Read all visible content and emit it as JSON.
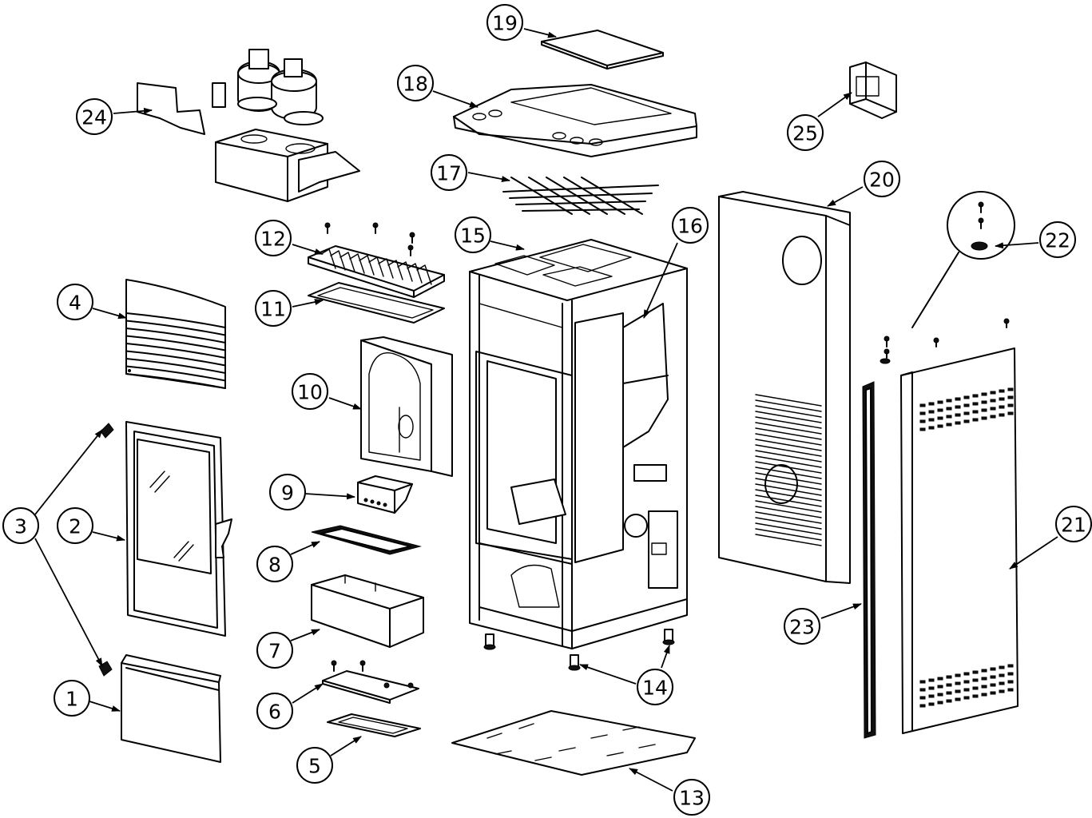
{
  "diagram": {
    "callouts": [
      {
        "id": "1",
        "label": "1"
      },
      {
        "id": "2",
        "label": "2"
      },
      {
        "id": "3",
        "label": "3"
      },
      {
        "id": "4",
        "label": "4"
      },
      {
        "id": "5",
        "label": "5"
      },
      {
        "id": "6",
        "label": "6"
      },
      {
        "id": "7",
        "label": "7"
      },
      {
        "id": "8",
        "label": "8"
      },
      {
        "id": "9",
        "label": "9"
      },
      {
        "id": "10",
        "label": "10"
      },
      {
        "id": "11",
        "label": "11"
      },
      {
        "id": "12",
        "label": "12"
      },
      {
        "id": "13",
        "label": "13"
      },
      {
        "id": "14",
        "label": "14"
      },
      {
        "id": "15",
        "label": "15"
      },
      {
        "id": "16",
        "label": "16"
      },
      {
        "id": "17",
        "label": "17"
      },
      {
        "id": "18",
        "label": "18"
      },
      {
        "id": "19",
        "label": "19"
      },
      {
        "id": "20",
        "label": "20"
      },
      {
        "id": "21",
        "label": "21"
      },
      {
        "id": "22",
        "label": "22"
      },
      {
        "id": "23",
        "label": "23"
      },
      {
        "id": "24",
        "label": "24"
      },
      {
        "id": "25",
        "label": "25"
      }
    ],
    "colors": {
      "line": "#000000",
      "background": "#ffffff"
    }
  }
}
